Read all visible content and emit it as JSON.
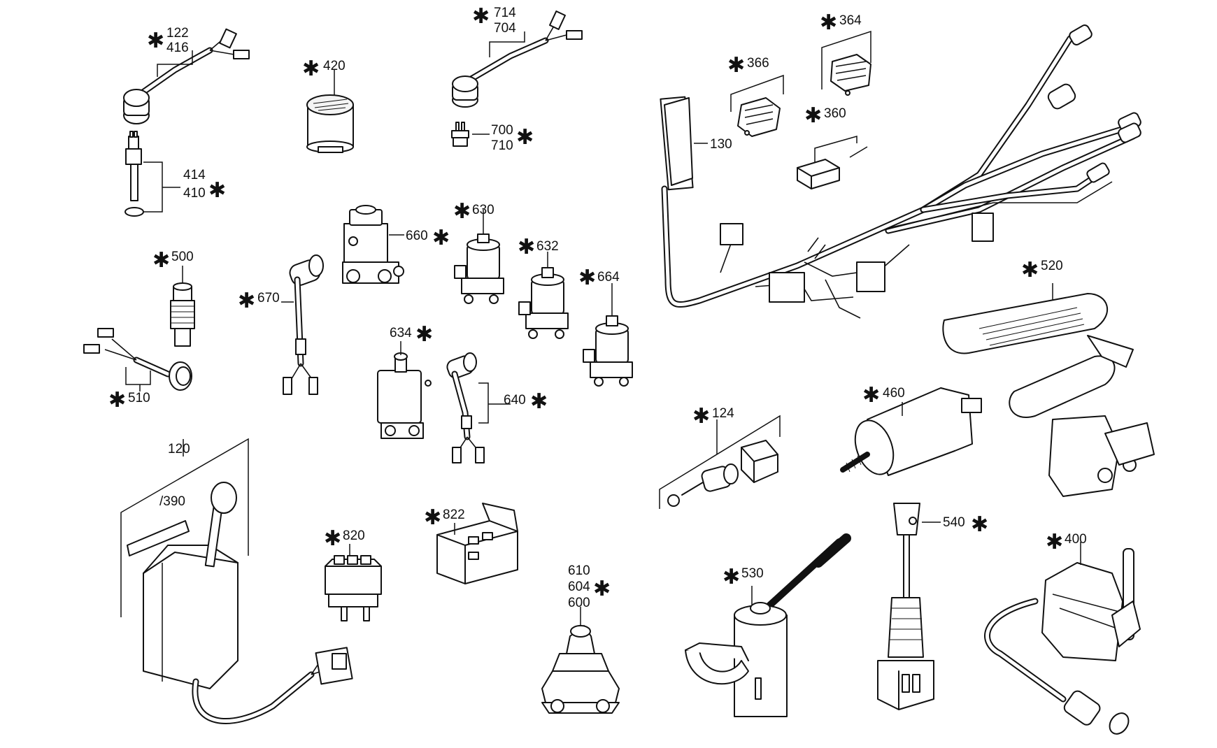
{
  "labels": {
    "p122": "122",
    "p416": "416",
    "p420": "420",
    "p714": "714",
    "p704": "704",
    "p700": "700",
    "p710": "710",
    "p414": "414",
    "p410": "410",
    "p660": "660",
    "p630": "630",
    "p632": "632",
    "p664": "664",
    "p500": "500",
    "p670": "670",
    "p510": "510",
    "p634": "634",
    "p640": "640",
    "p366": "366",
    "p364": "364",
    "p130": "130",
    "p360": "360",
    "p520": "520",
    "p124": "124",
    "p460": "460",
    "p120": "120",
    "p390": "/390",
    "p820": "820",
    "p822": "822",
    "p610": "610",
    "p604": "604",
    "p600": "600",
    "p530": "530",
    "p540": "540",
    "p400": "400"
  },
  "star": "✱"
}
